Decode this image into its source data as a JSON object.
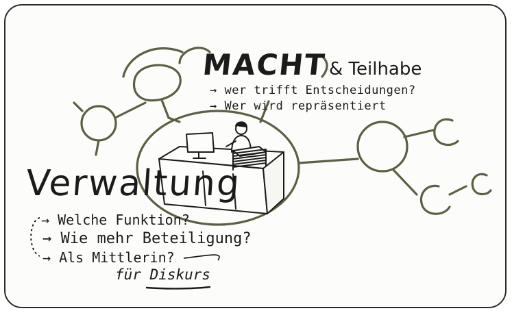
{
  "macht": {
    "title_main": "MACHT",
    "title_rest": "& Teilhabe",
    "questions": [
      "→ wer trifft Entscheidungen?",
      "→ Wer wird repräsentiert"
    ]
  },
  "verwaltung": {
    "title": "Verwaltung",
    "questions": [
      "→ Welche Funktion?",
      "→ Wie mehr Beteiligung?",
      "→ Als Mittlerin?",
      "für Diskurs"
    ]
  },
  "colors": {
    "ink": "#1b1b1b",
    "network": "#5a5f45",
    "frame": "#2a2a2a",
    "background": "#fcfcfa"
  },
  "icons": [
    "office-desk-illustration",
    "computer-monitor-icon",
    "person-icon",
    "paper-stack-icon"
  ]
}
